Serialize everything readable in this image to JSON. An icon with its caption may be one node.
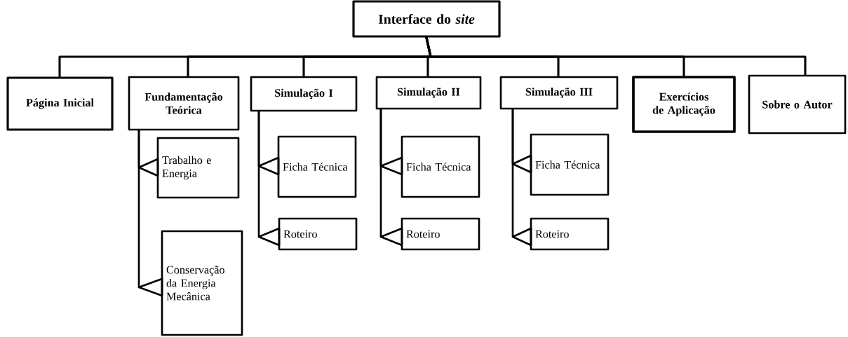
{
  "diagram": {
    "nodes": [
      {
        "text": [
          "Interface do *site*"
        ]
      },
      {
        "text": [
          "Página Inicial"
        ]
      },
      {
        "text": [
          "Fundamentação Teórica"
        ]
      },
      {
        "text": [
          "Simulação I"
        ]
      },
      {
        "text": [
          "Simulação II"
        ]
      },
      {
        "text": [
          "Simulação III"
        ]
      },
      {
        "text": [
          "Exercícios de Aplicação"
        ]
      },
      {
        "text": [
          "Sobre o Autor"
        ]
      },
      {
        "text": [
          "Trabalho e Energia"
        ]
      },
      {
        "text": [
          "Conservação da Energia Mecânica"
        ]
      },
      {
        "text": [
          "Ficha Técnica"
        ]
      },
      {
        "text": [
          "Roteiro"
        ]
      },
      {
        "text": [
          "Ficha Técnica"
        ]
      },
      {
        "text": [
          "Roteiro"
        ]
      },
      {
        "text": [
          "Ficha Técnica"
        ]
      },
      {
        "text": [
          "Roteiro"
        ]
      }
    ],
    "edges": [
      {
        "from": 0,
        "to": 1,
        "arrow": "none"
      },
      {
        "from": 0,
        "to": 2,
        "arrow": "none"
      },
      {
        "from": 0,
        "to": 3,
        "arrow": "none"
      },
      {
        "from": 0,
        "to": 4,
        "arrow": "none"
      },
      {
        "from": 0,
        "to": 5,
        "arrow": "none"
      },
      {
        "from": 0,
        "to": 6,
        "arrow": "none"
      },
      {
        "from": 0,
        "to": 7,
        "arrow": "none"
      },
      {
        "from": 2,
        "to": 8,
        "arrow": "other"
      },
      {
        "from": 2,
        "to": 9,
        "arrow": "other"
      },
      {
        "from": 3,
        "to": 10,
        "arrow": "other"
      },
      {
        "from": 3,
        "to": 11,
        "arrow": "other"
      },
      {
        "from": 4,
        "to": 12,
        "arrow": "other"
      },
      {
        "from": 4,
        "to": 13,
        "arrow": "other"
      },
      {
        "from": 5,
        "to": 14,
        "arrow": "other"
      },
      {
        "from": 5,
        "to": 15,
        "arrow": "other"
      }
    ]
  }
}
